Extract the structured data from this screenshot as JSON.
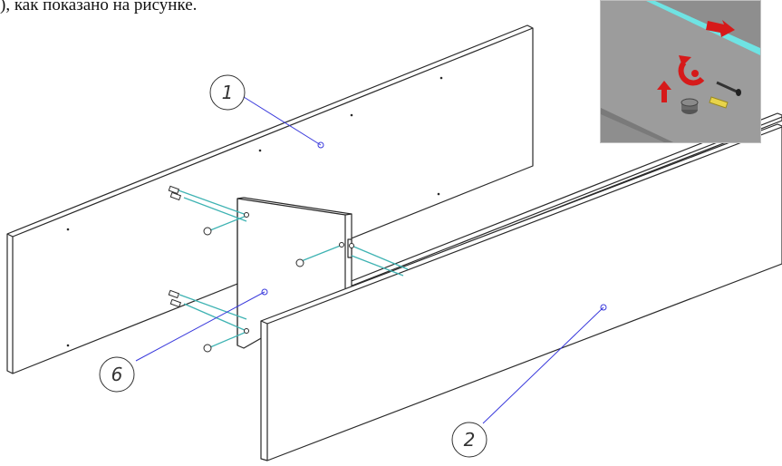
{
  "caption": {
    "text": "), как показано на рисунке."
  },
  "callouts": [
    {
      "id": "1",
      "label": "1"
    },
    {
      "id": "2",
      "label": "2"
    },
    {
      "id": "6",
      "label": "6"
    }
  ],
  "colors": {
    "outline": "#2a2a2a",
    "leader": "#3a3adc",
    "dowel": "#3fb3b3",
    "inset_bg": "#9a9a9a",
    "inset_stripe": "#6fe3e3",
    "arrow_red": "#d61a1a",
    "cam_yellow": "#e8d44a"
  },
  "icons": {
    "inset": "cam-lock-assembly-icon"
  }
}
